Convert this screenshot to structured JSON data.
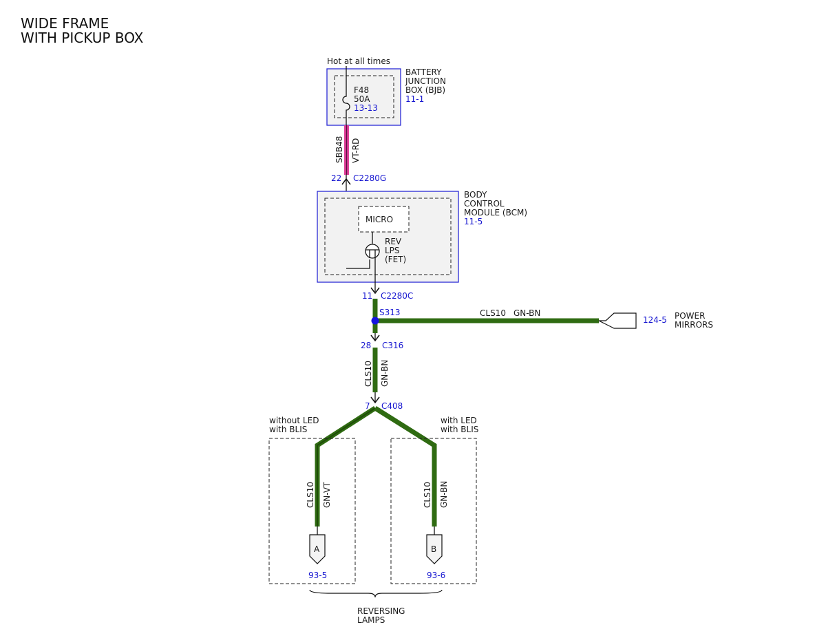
{
  "title": {
    "line1": "WIDE FRAME",
    "line2": "WITH PICKUP BOX"
  },
  "colors": {
    "wire_green": "#2f6b12",
    "wire_violet_red": "#e0409a",
    "ref_blue": "#1515d0",
    "module_border": "#2a2ad6",
    "module_fill": "#f2f2f2"
  },
  "bjb": {
    "hot_label": "Hot at all times",
    "name_lines": [
      "BATTERY",
      "JUNCTION",
      "BOX (BJB)"
    ],
    "ref": "11-1",
    "fuse": {
      "name": "F48",
      "rating": "50A",
      "ref": "13-13"
    }
  },
  "wire_sbb48": {
    "circuit": "SBB48",
    "color": "VT-RD"
  },
  "c2280g": {
    "pin": "22",
    "connector": "C2280G"
  },
  "bcm": {
    "name_lines": [
      "BODY",
      "CONTROL",
      "MODULE (BCM)"
    ],
    "ref": "11-5",
    "micro_label": "MICRO",
    "fet_lines": [
      "REV",
      "LPS",
      "(FET)"
    ]
  },
  "c2280c": {
    "pin": "11",
    "connector": "C2280C"
  },
  "splice": {
    "name": "S313"
  },
  "power_mirrors": {
    "circuit": "CLS10",
    "color": "GN-BN",
    "ref": "124-5",
    "name_lines": [
      "POWER",
      "MIRRORS"
    ]
  },
  "c316": {
    "pin": "28",
    "connector": "C316"
  },
  "wire_c316_c408": {
    "circuit": "CLS10",
    "color": "GN-BN"
  },
  "c408": {
    "pin": "7",
    "connector": "C408"
  },
  "lamp_a": {
    "variant_lines": [
      "without LED",
      "with BLIS"
    ],
    "circuit": "CLS10",
    "color": "GN-VT",
    "pin": "A",
    "ref": "93-5"
  },
  "lamp_b": {
    "variant_lines": [
      "with LED",
      "with BLIS"
    ],
    "circuit": "CLS10",
    "color": "GN-BN",
    "pin": "B",
    "ref": "93-6"
  },
  "reversing_lamps": {
    "name_lines": [
      "REVERSING",
      "LAMPS"
    ]
  }
}
